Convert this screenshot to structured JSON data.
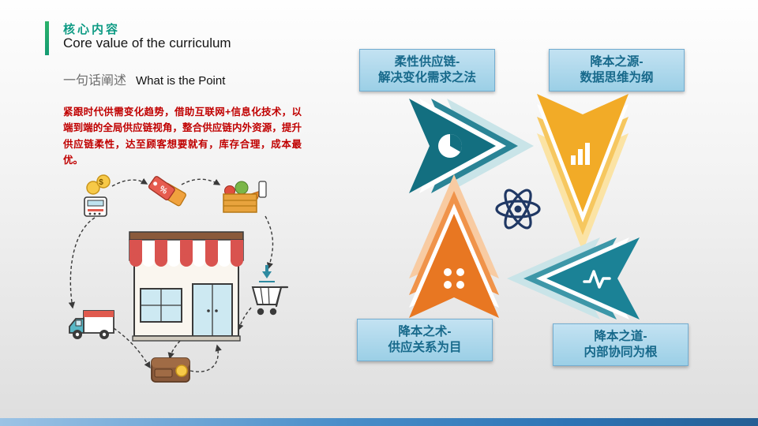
{
  "header": {
    "title_zh": "核心内容",
    "title_en": "Core value of the curriculum"
  },
  "intro": {
    "label_zh": "一句话阐述",
    "label_en": "What is the Point",
    "body": "紧跟时代供需变化趋势，借助互联网+信息化技术，以端到端的全局供应链视角，整合供应链内外资源，提升供应链柔性，达至顾客想要就有，库存合理，成本最优。"
  },
  "diagram": {
    "center_icon": "atom-icon",
    "boxes": [
      {
        "line1": "柔性供应链-",
        "line2": "解决变化需求之法",
        "icon": "pie-chart-icon",
        "arrow_direction": "right",
        "arrow_color": "#136F80"
      },
      {
        "line1": "降本之源-",
        "line2": "数据思维为纲",
        "icon": "bar-chart-icon",
        "arrow_direction": "down",
        "arrow_color": "#F2AB27"
      },
      {
        "line1": "降本之术-",
        "line2": "供应关系为目",
        "icon": "dots-icon",
        "arrow_direction": "up",
        "arrow_color": "#E87722"
      },
      {
        "line1": "降本之道-",
        "line2": "内部协同为根",
        "icon": "wave-icon",
        "arrow_direction": "left",
        "arrow_color": "#1B8296"
      }
    ]
  },
  "illustration": {
    "scene": "supply-chain-store-scene",
    "coin_symbol": "$",
    "tag_symbol": "%",
    "icons": [
      "coins-icon",
      "card-reader-icon",
      "price-tag-icon",
      "grocery-basket-icon",
      "storefront-icon",
      "delivery-truck-icon",
      "shopping-cart-icon",
      "wallet-icon"
    ]
  },
  "colors": {
    "accent_green": "#149B72",
    "title_teal": "#0E9B84",
    "body_red": "#C00000",
    "label_box_fill": "#A9D4EA",
    "label_text": "#17698B",
    "arrow_teal_dark": "#136F80",
    "arrow_teal_light": "#1B8296",
    "arrow_yellow": "#F2AB27",
    "arrow_orange": "#E87722",
    "atom_navy": "#203864",
    "bottom_bar_blue": "#2E74B5"
  }
}
